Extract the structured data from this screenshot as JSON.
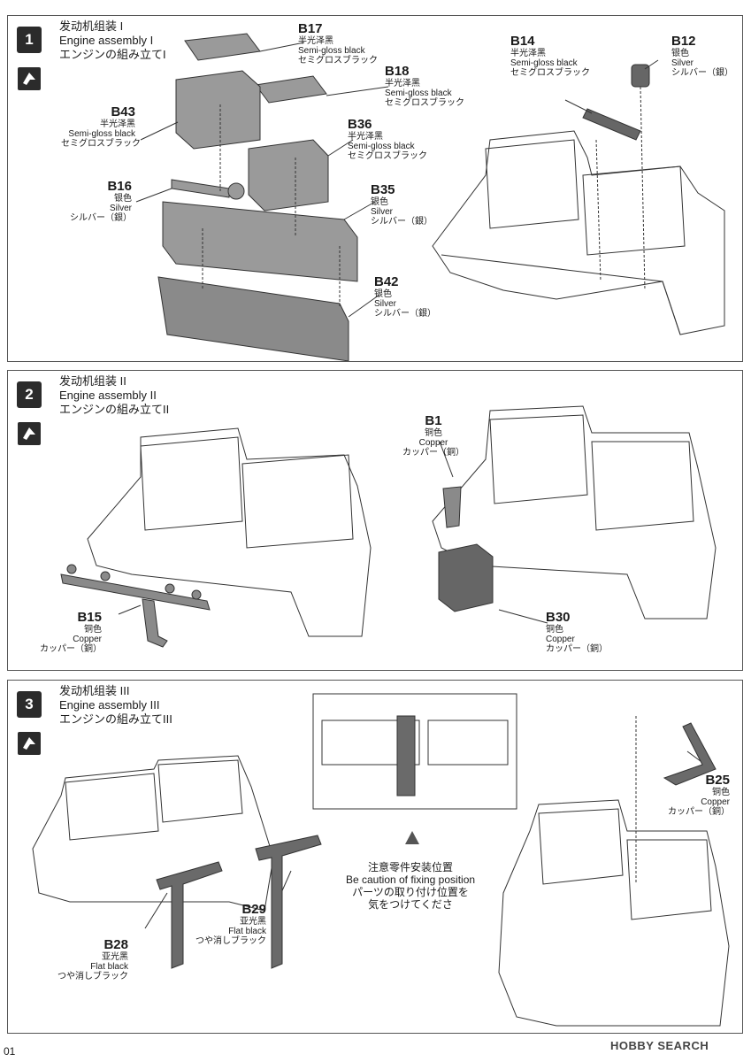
{
  "steps": [
    {
      "number": "1",
      "title_cn": "发动机组装 I",
      "title_en": "Engine assembly I",
      "title_jp": "エンジンの組み立てI",
      "parts": [
        {
          "num": "B17",
          "cn": "半光泽黑",
          "en": "Semi-gloss black",
          "jp": "セミグロスブラック"
        },
        {
          "num": "B18",
          "cn": "半光泽黑",
          "en": "Semi-gloss black",
          "jp": "セミグロスブラック"
        },
        {
          "num": "B14",
          "cn": "半光泽黑",
          "en": "Semi-gloss black",
          "jp": "セミグロスブラック"
        },
        {
          "num": "B12",
          "cn": "银色",
          "en": "Silver",
          "jp": "シルバー（銀）"
        },
        {
          "num": "B43",
          "cn": "半光泽黑",
          "en": "Semi-gloss black",
          "jp": "セミグロスブラック"
        },
        {
          "num": "B36",
          "cn": "半光泽黑",
          "en": "Semi-gloss black",
          "jp": "セミグロスブラック"
        },
        {
          "num": "B16",
          "cn": "银色",
          "en": "Silver",
          "jp": "シルバー（銀）"
        },
        {
          "num": "B35",
          "cn": "银色",
          "en": "Silver",
          "jp": "シルバー（銀）"
        },
        {
          "num": "B42",
          "cn": "银色",
          "en": "Silver",
          "jp": "シルバー（銀）"
        }
      ]
    },
    {
      "number": "2",
      "title_cn": "发动机组装 II",
      "title_en": "Engine assembly II",
      "title_jp": "エンジンの組み立てII",
      "parts": [
        {
          "num": "B1",
          "cn": "铜色",
          "en": "Copper",
          "jp": "カッパー（銅）"
        },
        {
          "num": "B15",
          "cn": "铜色",
          "en": "Copper",
          "jp": "カッパー（銅）"
        },
        {
          "num": "B30",
          "cn": "铜色",
          "en": "Copper",
          "jp": "カッパー（銅）"
        }
      ]
    },
    {
      "number": "3",
      "title_cn": "发动机组装 III",
      "title_en": "Engine assembly III",
      "title_jp": "エンジンの組み立てIII",
      "parts": [
        {
          "num": "B25",
          "cn": "铜色",
          "en": "Copper",
          "jp": "カッパー（銅）"
        },
        {
          "num": "B29",
          "cn": "亚光黑",
          "en": "Flat black",
          "jp": "つや消しブラック"
        },
        {
          "num": "B28",
          "cn": "亚光黑",
          "en": "Flat black",
          "jp": "つや消しブラック"
        }
      ],
      "caution_cn": "注意零件安装位置",
      "caution_en": "Be caution of fixing position",
      "caution_jp1": "パーツの取り付け位置を",
      "caution_jp2": "気をつけてくださ"
    }
  ],
  "footer": {
    "page_number": "01",
    "watermark": "HOBBY SEARCH"
  },
  "colors": {
    "ink": "#1a1a1a",
    "part_gray": "#8a8a8a",
    "engine_line": "#333333"
  }
}
